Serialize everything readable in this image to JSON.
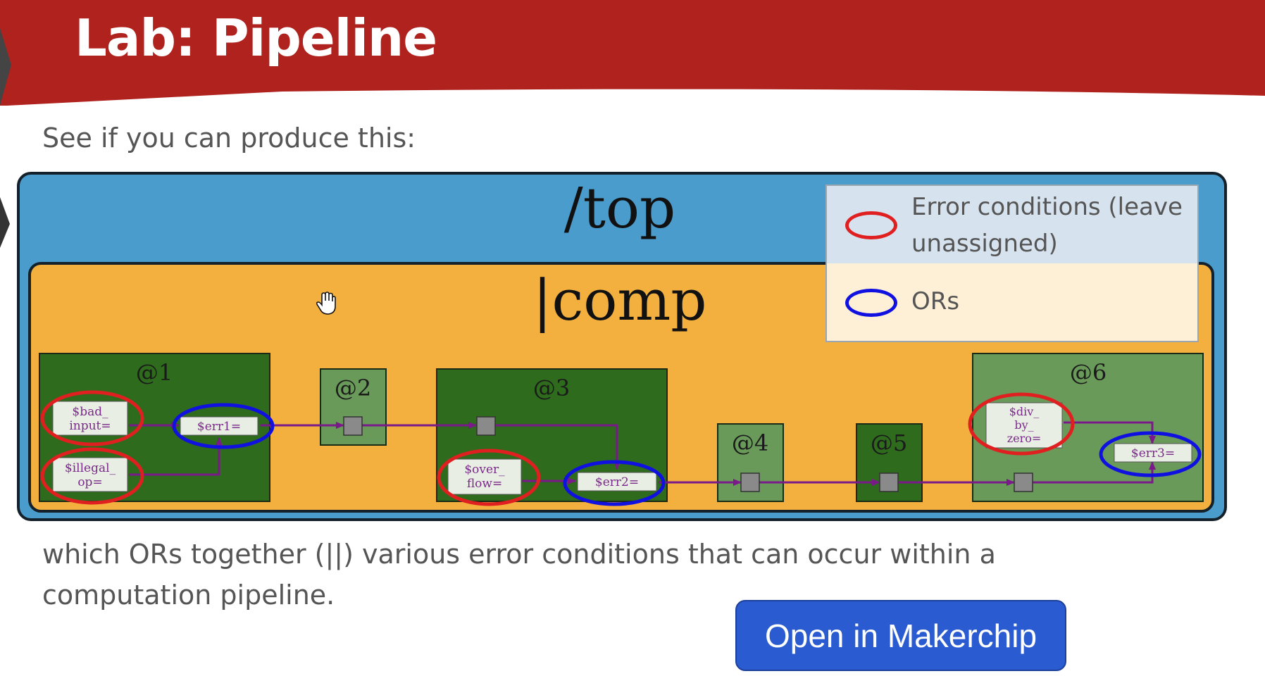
{
  "slide": {
    "title": "Lab: Pipeline",
    "intro": "See if you can produce this:",
    "caption": "which ORs together (||) various error conditions  that can occur within a computation pipeline.",
    "button_label": "Open in Makerchip"
  },
  "diagram": {
    "top_label": "/top",
    "comp_label": "|comp",
    "stages": [
      "@1",
      "@2",
      "@3",
      "@4",
      "@5",
      "@6"
    ],
    "signals": {
      "bad_input": [
        "$bad_",
        "input="
      ],
      "illegal_op": [
        "$illegal_",
        "op="
      ],
      "err1": "$err1=",
      "over_flow": [
        "$over_",
        "flow="
      ],
      "err2": "$err2=",
      "div_by_zero": [
        "$div_",
        "by_",
        "zero="
      ],
      "err3": "$err3="
    }
  },
  "legend": {
    "items": [
      {
        "label": "Error conditions (leave unassigned)",
        "color": "#e02020"
      },
      {
        "label": "ORs",
        "color": "#1010e0"
      }
    ]
  },
  "colors": {
    "header": "#b0221e",
    "top_box": "#4a9ccc",
    "comp_box": "#f3b03e",
    "stage_dark": "#2e6b1d",
    "stage_light": "#6a9a5a",
    "wire": "#7a1a8a",
    "signal_text": "#7a2a8a",
    "button": "#2a5bd0"
  }
}
